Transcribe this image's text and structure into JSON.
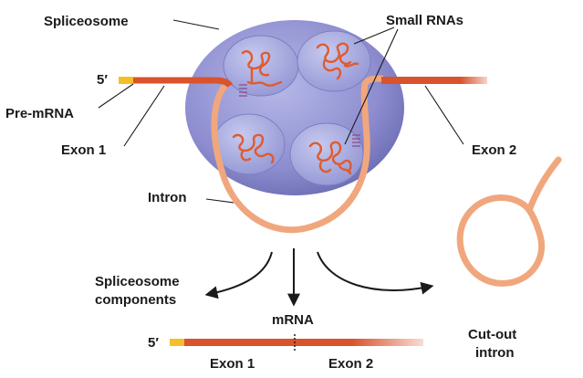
{
  "labels": {
    "spliceosome": "Spliceosome",
    "small_rnas": "Small RNAs",
    "five_prime_top": "5′",
    "pre_mrna": "Pre-mRNA",
    "exon1_top": "Exon 1",
    "exon2_top": "Exon 2",
    "intron": "Intron",
    "spliceosome_components_line1": "Spliceosome",
    "spliceosome_components_line2": "components",
    "mrna": "mRNA",
    "five_prime_bottom": "5′",
    "exon1_bottom": "Exon 1",
    "exon2_bottom": "Exon 2",
    "cut_out_line1": "Cut-out",
    "cut_out_line2": "intron"
  },
  "colors": {
    "exon": "#d9532c",
    "intron": "#f0a77e",
    "cap": "#f4c02a",
    "spliceosome": "#8f8fd0",
    "subunit": "#a3a7dc",
    "small_rna": "#e05a2e",
    "text": "#1a1a1a"
  }
}
